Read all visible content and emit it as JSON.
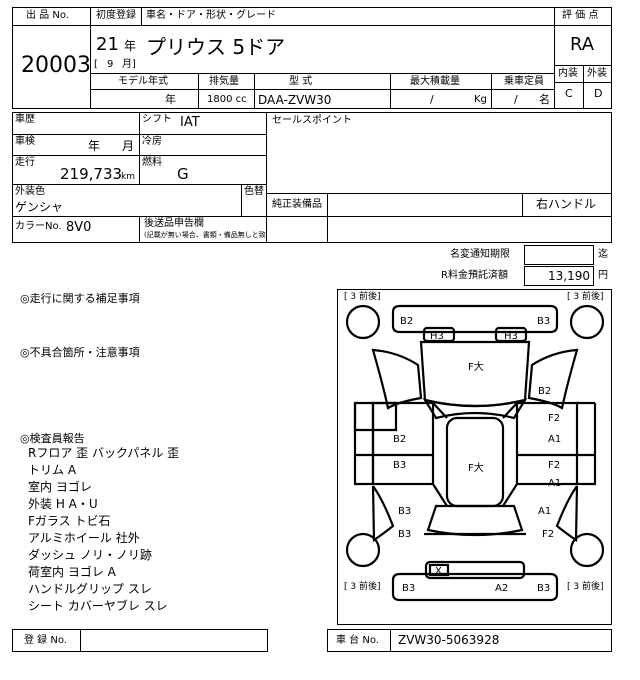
{
  "header": {
    "lot_label": "出 品 No.",
    "lot_number": "20003",
    "first_reg_label": "初度登録",
    "model_label": "車名・ドア・形状・グレード",
    "era_year": "21",
    "year_unit": "年",
    "month_open": "[",
    "month": "9",
    "month_unit": "月]",
    "car_name": "プリウス 5ドア",
    "rating_label": "評 価 点",
    "rating": "RA",
    "interior_label": "内装",
    "exterior_label": "外装",
    "interior_grade": "C",
    "exterior_grade": "D"
  },
  "spec_row": {
    "model_year_label": "モデル年式",
    "displacement_label": "排気量",
    "type_label": "型 式",
    "max_load_label": "最大積載量",
    "capacity_label": "乗車定員",
    "model_year_unit": "年",
    "displacement": "1800 cc",
    "model_type": "DAA-ZVW30",
    "load_slash": "/",
    "load_unit": "Kg",
    "capacity_slash": "/",
    "capacity_unit": "名"
  },
  "details": {
    "history_label": "車歴",
    "shift_label": "シフト",
    "shift": "IAT",
    "inspection_label": "車検",
    "inspection_year": "年",
    "inspection_month": "月",
    "ac_label": "冷房",
    "mileage_label": "走行",
    "mileage": "219,733",
    "mileage_unit": "km",
    "fuel_label": "燃料",
    "fuel": "G",
    "color_label": "外装色",
    "color": "ゲンシャ",
    "color_change_label": "色替",
    "color_no_label": "カラーNo.",
    "color_no": "8V0",
    "aftermarket_label": "後送品申告欄",
    "aftermarket_note": "(記載が無い場合、書類・備品無しと致します)",
    "sales_points_label": "セールスポイント",
    "genuine_label": "純正装備品",
    "steering": "右ハンドル"
  },
  "fees": {
    "transfer_label": "名変通知期限",
    "transfer_unit": "迄",
    "recycle_label": "R料金預託済額",
    "recycle": "13,190",
    "recycle_unit": "円"
  },
  "notes": {
    "driving_label": "◎走行に関する補足事項",
    "defects_label": "◎不具合箇所・注意事項",
    "inspector_label": "◎検査員報告",
    "inspector_lines": [
      "Rフロア 歪 バックパネル 歪",
      "トリム A",
      "室内 ヨゴレ",
      "外装 H A・U",
      "Fガラス トビ石",
      "アルミホイール 社外",
      "ダッシュ ノリ・ノリ跡",
      "荷室内 ヨゴレ A",
      "ハンドルグリップ スレ",
      "シート カバーヤブレ スレ"
    ]
  },
  "diagram": {
    "corner_front_left": "[ 3 前後]",
    "corner_front_right": "[ 3 前後]",
    "corner_rear_left": "[ 3 前後]",
    "corner_rear_right": "[ 3 前後]",
    "marks": {
      "front_bumper_left": "B2",
      "front_bumper_right": "B3",
      "headlight_left": "H3",
      "headlight_right": "H3",
      "hood": "F大",
      "front_right_fender": "B2",
      "front_left_door": "B2",
      "front_right_door_a": "F2",
      "front_right_door_b": "A1",
      "rear_left_door": "B3",
      "rear_right_door_a": "F2",
      "rear_right_door_b": "A1",
      "roof": "F大",
      "rear_left_quarter_a": "B3",
      "rear_left_quarter_b": "B3",
      "rear_right_quarter_a": "A1",
      "rear_right_quarter_b": "F2",
      "trunk_x": "X",
      "rear_bumper_left": "B3",
      "rear_bumper_center": "A2",
      "rear_bumper_right": "B3"
    }
  },
  "footer": {
    "reg_label": "登 録 No.",
    "chassis_label": "車 台 No.",
    "chassis": "ZVW30-5063928"
  }
}
